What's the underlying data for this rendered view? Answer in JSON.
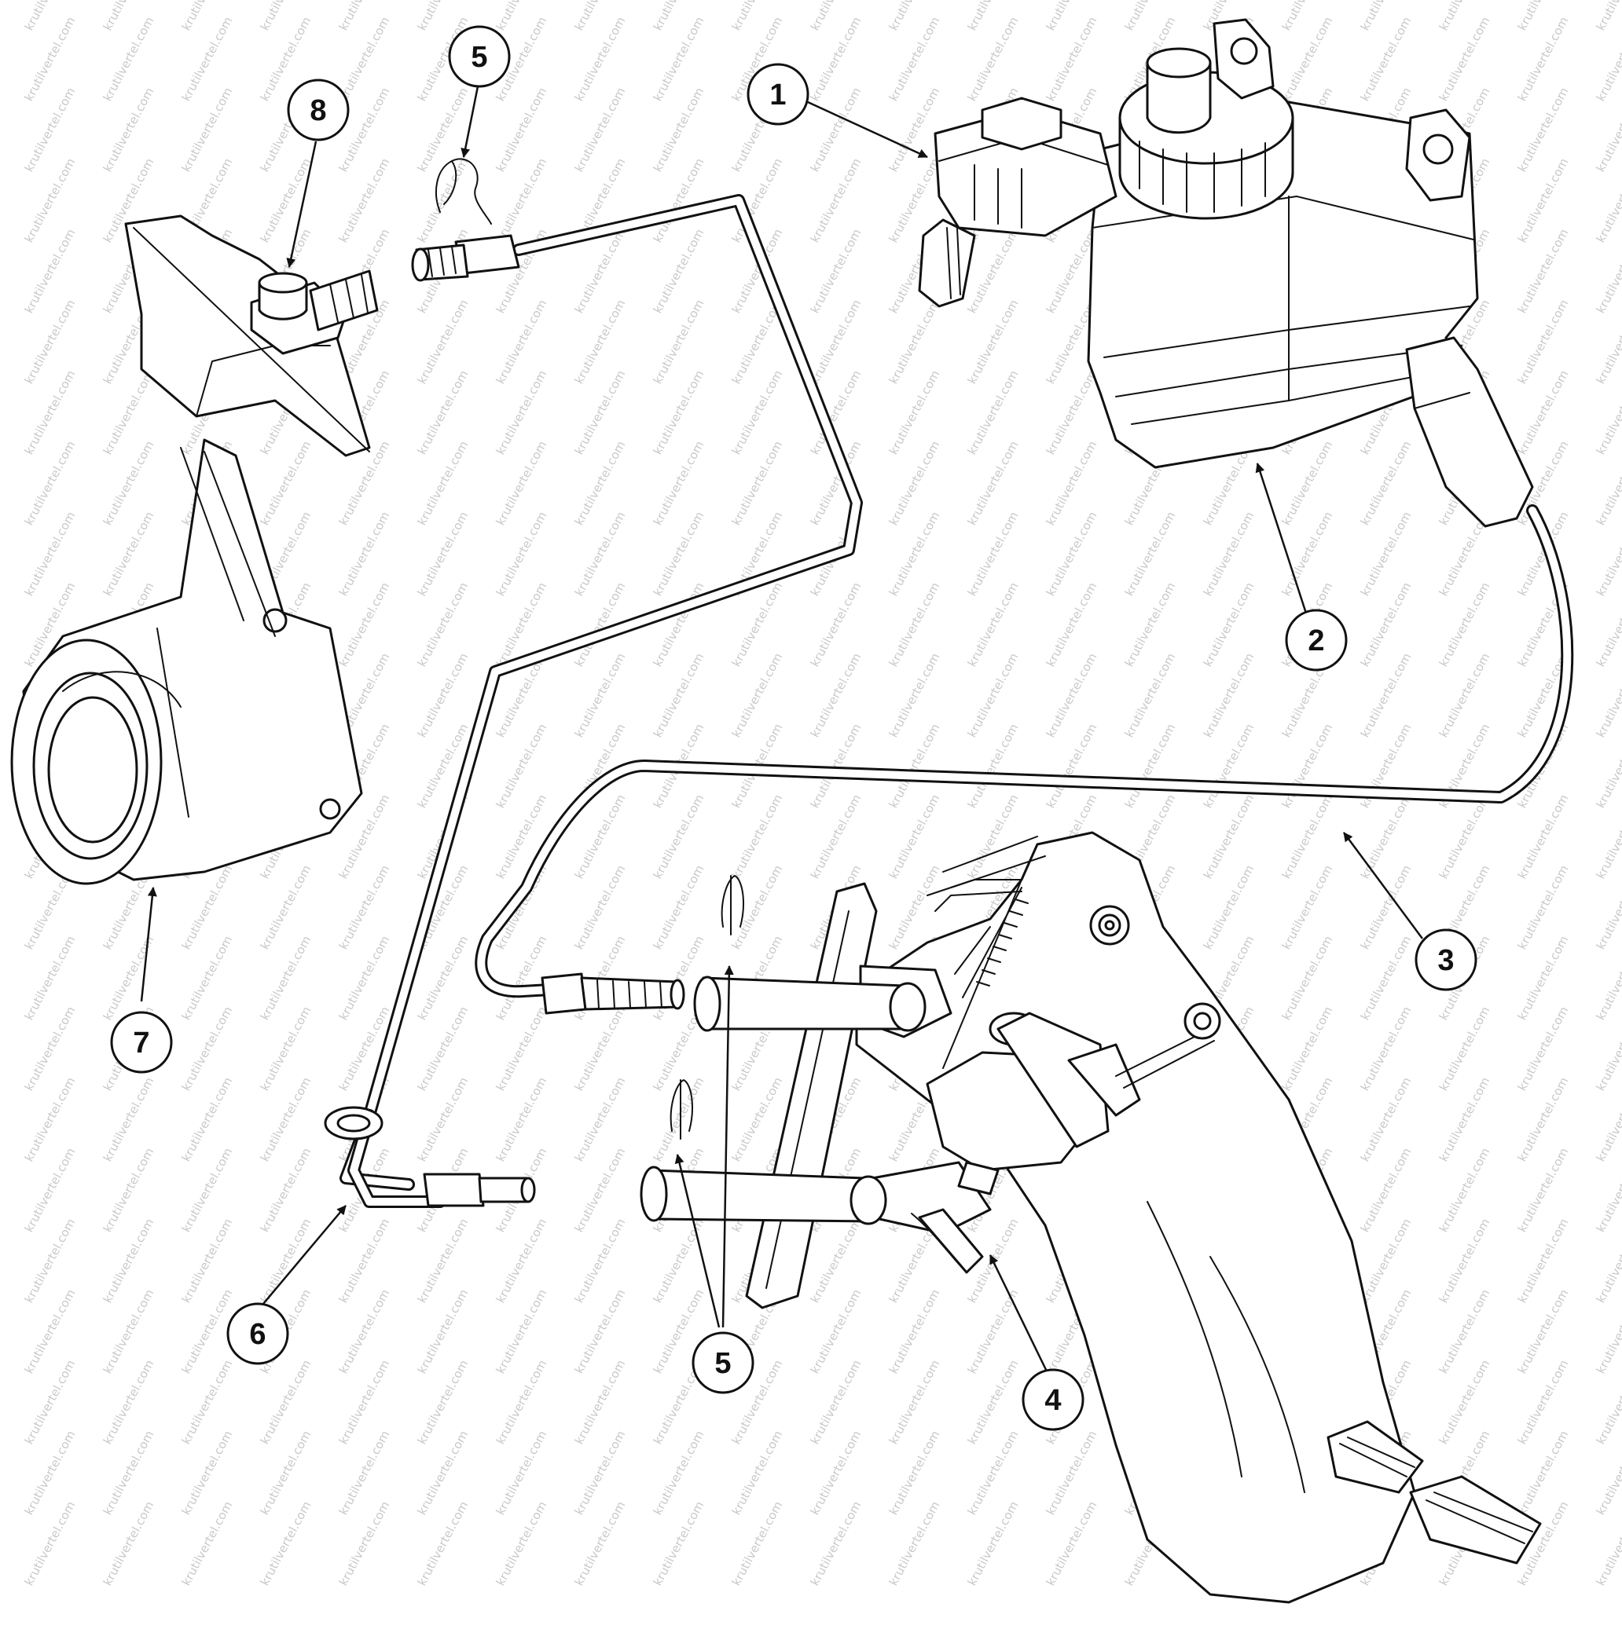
{
  "watermark": "krutilvertel.com",
  "callouts": {
    "c1": "1",
    "c2": "2",
    "c3": "3",
    "c4": "4",
    "c5_top": "5",
    "c5_bottom": "5",
    "c6": "6",
    "c7": "7",
    "c8": "8"
  }
}
